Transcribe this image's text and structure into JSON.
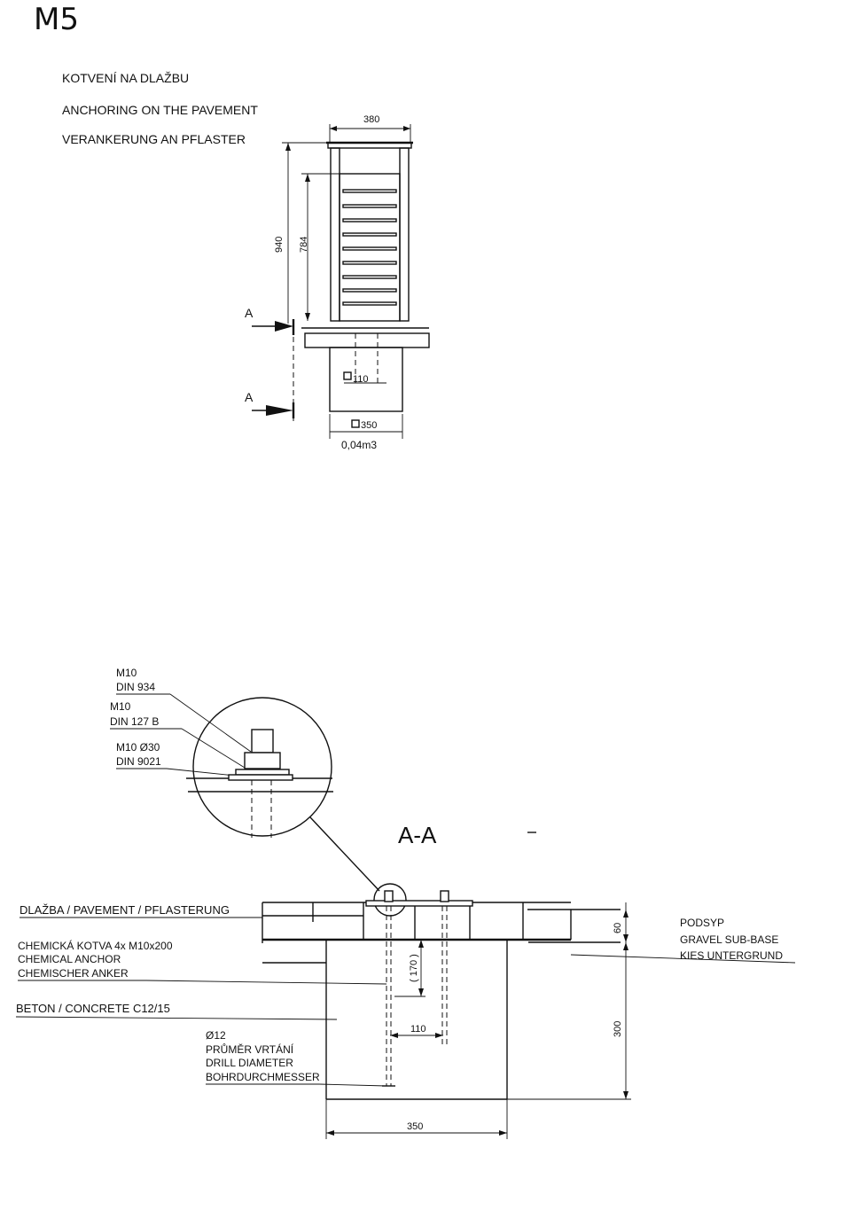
{
  "sheet_id": "M5",
  "titles": {
    "cz": "KOTVENÍ NA DLAŽBU",
    "en": "ANCHORING ON THE PAVEMENT",
    "de": "VERANKERUNG AN PFLASTER"
  },
  "elevation": {
    "width_dim": "380",
    "height_total": "940",
    "height_body": "784",
    "section_mark": "A",
    "square_110": "110",
    "square_350": "350",
    "volume": "0,04m3"
  },
  "detail": {
    "nut_size": "M10",
    "nut_std": "DIN 934",
    "washer_size": "M10",
    "washer_std": "DIN 127 B",
    "plate_size": "M10 Ø30",
    "plate_std": "DIN 9021"
  },
  "section": {
    "title": "A-A",
    "pavement": "DLAŽBA / PAVEMENT / PFLASTERUNG",
    "anchor_cz": "CHEMICKÁ KOTVA 4x M10x200",
    "anchor_en": "CHEMICAL ANCHOR",
    "anchor_de": "CHEMISCHER ANKER",
    "concrete": "BETON / CONCRETE C12/15",
    "drill_d": "Ø12",
    "drill_cz": "PRŮMĚR VRTÁNÍ",
    "drill_en": "DRILL DIAMETER",
    "drill_de": "BOHRDURCHMESSER",
    "subbase_cz": "PODSYP",
    "subbase_en": "GRAVEL SUB-BASE",
    "subbase_de": "KIES UNTERGRUND",
    "dim_60": "60",
    "dim_170": "( 170 )",
    "dim_110": "110",
    "dim_300": "300",
    "dim_350": "350"
  }
}
